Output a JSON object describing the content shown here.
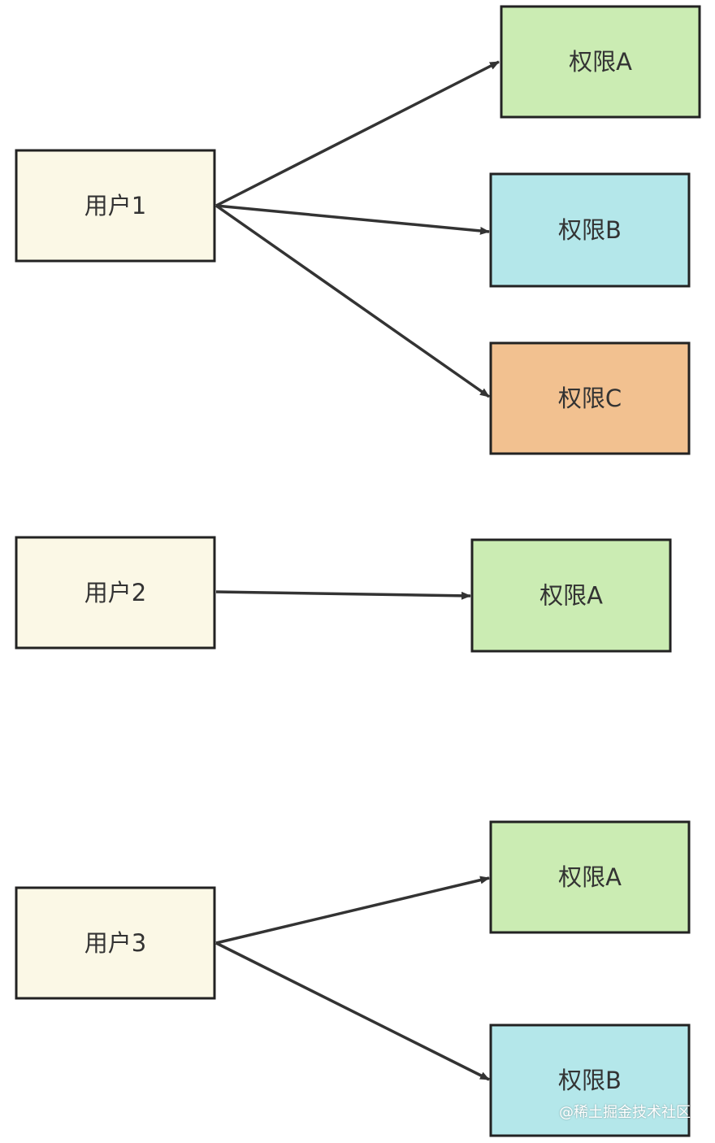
{
  "colors": {
    "user": "#fbf8e6",
    "perm_a": "#cbecb3",
    "perm_b": "#b4e7ea",
    "perm_c": "#f2c190",
    "border": "#222222",
    "arrow": "#333333"
  },
  "users": [
    {
      "label": "用户1"
    },
    {
      "label": "用户2"
    },
    {
      "label": "用户3"
    }
  ],
  "permissions": [
    {
      "label": "权限A",
      "color_key": "perm_a"
    },
    {
      "label": "权限B",
      "color_key": "perm_b"
    },
    {
      "label": "权限C",
      "color_key": "perm_c"
    },
    {
      "label": "权限A",
      "color_key": "perm_a"
    },
    {
      "label": "权限A",
      "color_key": "perm_a"
    },
    {
      "label": "权限B",
      "color_key": "perm_b"
    }
  ],
  "edges": [
    {
      "from": 0,
      "to": 0
    },
    {
      "from": 0,
      "to": 1
    },
    {
      "from": 0,
      "to": 2
    },
    {
      "from": 1,
      "to": 3
    },
    {
      "from": 2,
      "to": 4
    },
    {
      "from": 2,
      "to": 5
    }
  ],
  "watermark": "@稀土掘金技术社区"
}
